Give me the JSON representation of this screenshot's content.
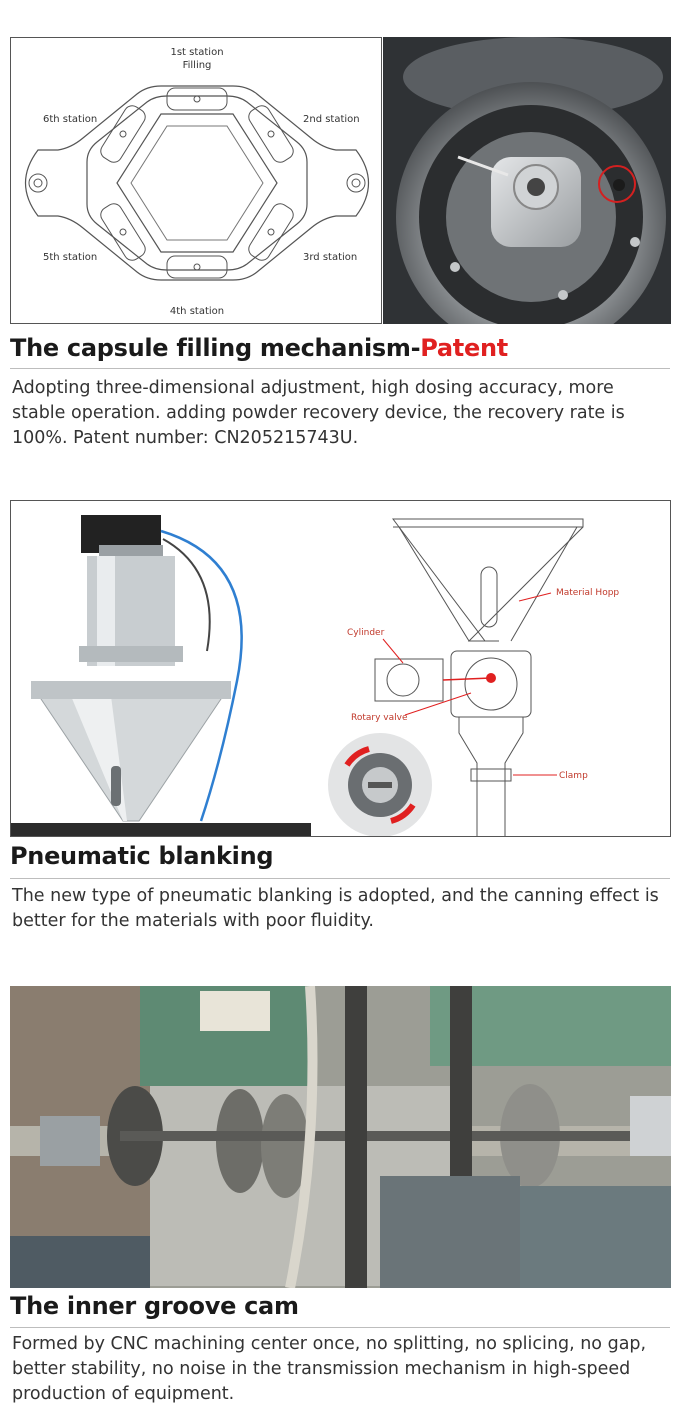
{
  "section1": {
    "heading": "The capsule filling mechanism-",
    "heading_accent": "Patent",
    "body": "Adopting three-dimensional adjustment, high dosing accuracy, more stable operation. adding powder recovery device, the recovery rate is 100%. Patent number: CN205215743U.",
    "diagram": {
      "station1": "1st station",
      "station1_sub": "Filling",
      "station2": "2nd station",
      "station3": "3rd station",
      "station4": "4th station",
      "station5": "5th station",
      "station6": "6th station"
    }
  },
  "section2": {
    "heading": "Pneumatic blanking",
    "body": "The new type of pneumatic blanking is adopted, and the canning effect is better for the materials with poor fluidity.",
    "diagram": {
      "material_hopper": "Material Hopp",
      "cylinder": "Cylinder",
      "rotary_valve": "Rotary valve",
      "clamp": "Clamp"
    }
  },
  "section3": {
    "heading": "The inner groove cam",
    "body": "Formed by CNC machining center once, no splitting, no splicing, no gap, better stability, no noise in the transmission mechanism in high-speed production of equipment."
  },
  "colors": {
    "accent": "#e02020",
    "heading": "#1a1a1a",
    "body": "#333333"
  }
}
